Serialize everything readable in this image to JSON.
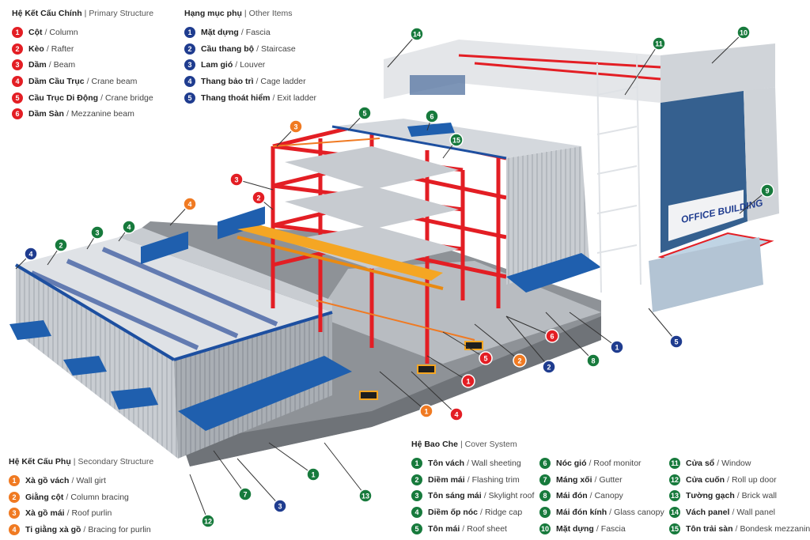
{
  "colors": {
    "primary": "#e31e24",
    "other": "#1f3c8f",
    "secondary": "#f07a22",
    "cover": "#177a3c"
  },
  "legends": {
    "primary": {
      "title_vn": "Hệ Kết Cấu Chính",
      "title_en": "Primary Structure",
      "items": [
        {
          "n": "1",
          "vn": "Cột",
          "en": "Column"
        },
        {
          "n": "2",
          "vn": "Kèo",
          "en": "Rafter"
        },
        {
          "n": "3",
          "vn": "Dầm",
          "en": "Beam"
        },
        {
          "n": "4",
          "vn": "Dầm Cầu Trục",
          "en": "Crane beam"
        },
        {
          "n": "5",
          "vn": "Cầu Trục Di Động",
          "en": "Crane bridge"
        },
        {
          "n": "6",
          "vn": "Dầm Sàn",
          "en": "Mezzanine beam"
        }
      ]
    },
    "other": {
      "title_vn": "Hạng mục phụ",
      "title_en": "Other Items",
      "items": [
        {
          "n": "1",
          "vn": "Mặt dựng",
          "en": "Fascia"
        },
        {
          "n": "2",
          "vn": "Cầu thang bộ",
          "en": "Staircase"
        },
        {
          "n": "3",
          "vn": "Lam gió",
          "en": "Louver"
        },
        {
          "n": "4",
          "vn": "Thang bảo trì",
          "en": "Cage ladder"
        },
        {
          "n": "5",
          "vn": "Thang thoát hiểm",
          "en": "Exit ladder"
        }
      ]
    },
    "secondary": {
      "title_vn": "Hệ Kết Cấu Phụ",
      "title_en": "Secondary Structure",
      "items": [
        {
          "n": "1",
          "vn": "Xà gồ vách",
          "en": "Wall girt"
        },
        {
          "n": "2",
          "vn": "Giằng cột",
          "en": "Column bracing"
        },
        {
          "n": "3",
          "vn": "Xà gồ mái",
          "en": "Roof purlin"
        },
        {
          "n": "4",
          "vn": "Ti giằng xà gồ",
          "en": "Bracing for purlin"
        }
      ]
    },
    "cover": {
      "title_vn": "Hệ Bao Che",
      "title_en": "Cover System",
      "columns": [
        [
          {
            "n": "1",
            "vn": "Tôn vách",
            "en": "Wall sheeting"
          },
          {
            "n": "2",
            "vn": "Diềm mái",
            "en": "Flashing trim"
          },
          {
            "n": "3",
            "vn": "Tôn sáng mái",
            "en": "Skylight roof"
          },
          {
            "n": "4",
            "vn": "Diềm ốp nóc",
            "en": "Ridge cap"
          },
          {
            "n": "5",
            "vn": "Tôn mái",
            "en": "Roof sheet"
          }
        ],
        [
          {
            "n": "6",
            "vn": "Nóc gió",
            "en": "Roof monitor"
          },
          {
            "n": "7",
            "vn": "Máng xối",
            "en": "Gutter"
          },
          {
            "n": "8",
            "vn": "Mái đón",
            "en": "Canopy"
          },
          {
            "n": "9",
            "vn": "Mái đón kính",
            "en": "Glass canopy"
          },
          {
            "n": "10",
            "vn": "Mặt dựng",
            "en": "Fascia"
          }
        ],
        [
          {
            "n": "11",
            "vn": "Cửa sổ",
            "en": "Window"
          },
          {
            "n": "12",
            "vn": "Cửa cuốn",
            "en": "Roll up door"
          },
          {
            "n": "13",
            "vn": "Tường gạch",
            "en": "Brick wall"
          },
          {
            "n": "14",
            "vn": "Vách panel",
            "en": "Wall panel"
          },
          {
            "n": "15",
            "vn": "Tôn trải sàn",
            "en": "Bondesk mezzanine"
          }
        ]
      ]
    }
  },
  "building_sign": "OFFICE BUILDING",
  "callouts": [
    {
      "n": "14",
      "color": "cover"
    },
    {
      "n": "11",
      "color": "cover"
    },
    {
      "n": "10",
      "color": "cover"
    },
    {
      "n": "5",
      "color": "cover"
    },
    {
      "n": "6",
      "color": "cover"
    },
    {
      "n": "15",
      "color": "cover"
    },
    {
      "n": "3",
      "color": "secondary"
    },
    {
      "n": "3",
      "color": "primary"
    },
    {
      "n": "2",
      "color": "primary"
    },
    {
      "n": "4",
      "color": "secondary"
    },
    {
      "n": "9",
      "color": "cover"
    },
    {
      "n": "4",
      "color": "other"
    },
    {
      "n": "2",
      "color": "cover"
    },
    {
      "n": "3",
      "color": "cover"
    },
    {
      "n": "4",
      "color": "cover"
    },
    {
      "n": "6",
      "color": "primary"
    },
    {
      "n": "1",
      "color": "other"
    },
    {
      "n": "5",
      "color": "primary"
    },
    {
      "n": "2",
      "color": "secondary"
    },
    {
      "n": "2",
      "color": "other"
    },
    {
      "n": "8",
      "color": "cover"
    },
    {
      "n": "5",
      "color": "other"
    },
    {
      "n": "1",
      "color": "primary"
    },
    {
      "n": "1",
      "color": "secondary"
    },
    {
      "n": "4",
      "color": "primary"
    },
    {
      "n": "1",
      "color": "cover"
    },
    {
      "n": "7",
      "color": "cover"
    },
    {
      "n": "3",
      "color": "other"
    },
    {
      "n": "13",
      "color": "cover"
    },
    {
      "n": "12",
      "color": "cover"
    }
  ]
}
